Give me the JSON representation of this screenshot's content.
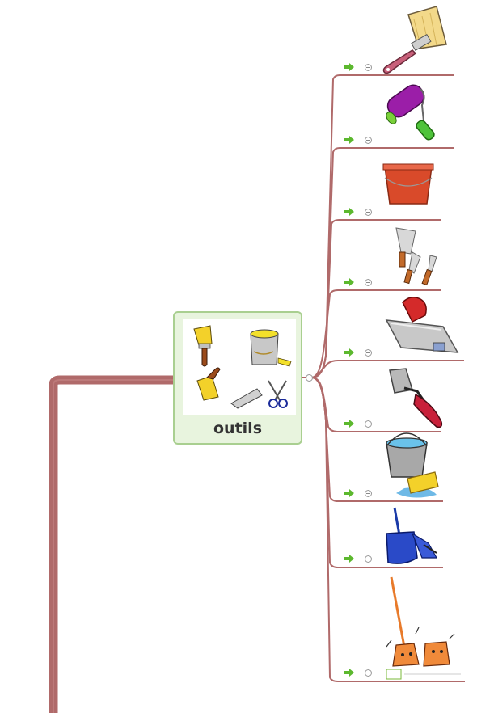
{
  "central_topic": {
    "label": "outils",
    "icon": "tools-collage-image"
  },
  "colors": {
    "branch": "#b06a6a",
    "central_fill": "#e8f4de",
    "central_border": "#a9cf90",
    "arrow": "#5cb82e"
  },
  "subtopics": [
    {
      "icon": "paintbrush-image"
    },
    {
      "icon": "paint-roller-image"
    },
    {
      "icon": "bucket-image"
    },
    {
      "icon": "putty-knives-image"
    },
    {
      "icon": "trowel-image"
    },
    {
      "icon": "scraper-image"
    },
    {
      "icon": "bucket-sponge-image"
    },
    {
      "icon": "dustpan-brush-image"
    },
    {
      "icon": "broom-dustpan-image"
    }
  ]
}
